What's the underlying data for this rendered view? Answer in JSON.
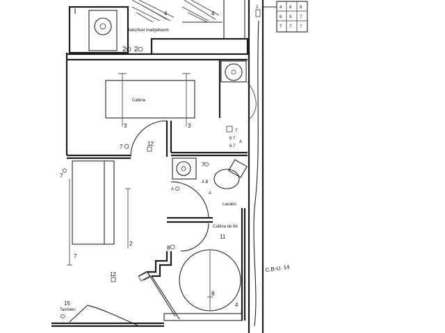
{
  "labels": {
    "top_caption": "tubo/fuel madgebavm",
    "room_label": "Cabina",
    "lav_label": "Lavabo",
    "lav_sub": "Cabina de bb",
    "entry_label": "Tambien",
    "handwritten": "C.B-U. 14"
  },
  "numbers": {
    "top_4a": "4",
    "top_4b": "4",
    "tag_2a": "2",
    "tag_2b": "2",
    "dim_3a": "3",
    "dim_3b": "3",
    "tag_7": "7",
    "tag_12a": "12",
    "tag_12b": "12",
    "tag_7b": "7",
    "tag_2c": "2",
    "tag_7c": "7",
    "tag_8": "8",
    "tag_11": "11",
    "dim_2": "2",
    "dim_7": "7",
    "dim_8": "8",
    "tag_15": "15",
    "tag_4": "4",
    "tag_2d": "2"
  },
  "legend": {
    "rows": [
      [
        "4",
        "8",
        "8"
      ],
      [
        "6",
        "9",
        "7"
      ],
      [
        "7",
        "7",
        "7"
      ]
    ]
  }
}
